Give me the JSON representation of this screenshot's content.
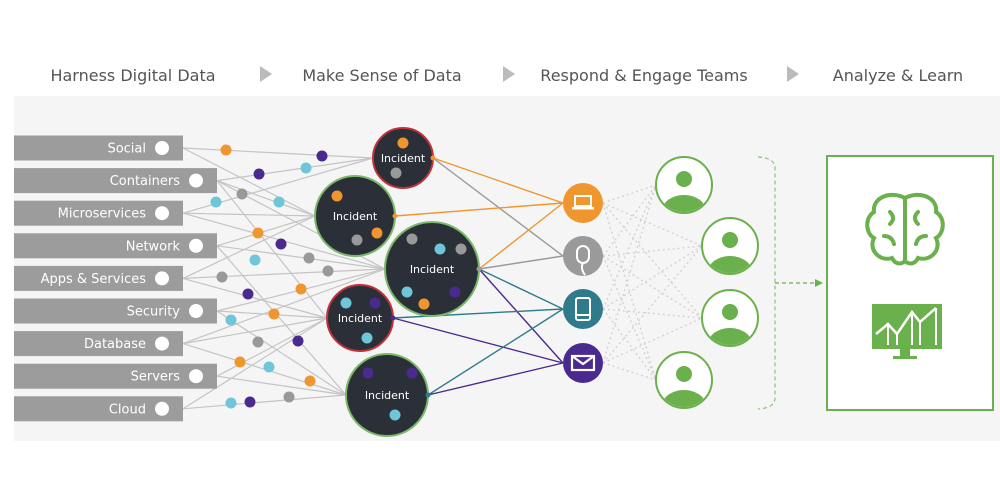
{
  "header": {
    "steps": [
      "Harness Digital Data",
      "Make Sense of Data",
      "Respond & Engage Teams",
      "Analyze & Learn"
    ]
  },
  "sources": [
    {
      "label": "Social",
      "icon": "twitter-icon"
    },
    {
      "label": "Containers",
      "icon": "cube-icon"
    },
    {
      "label": "Microservices",
      "icon": "microservices-icon"
    },
    {
      "label": "Network",
      "icon": "globe-icon"
    },
    {
      "label": "Apps & Services",
      "icon": "gear-icon"
    },
    {
      "label": "Security",
      "icon": "lock-icon"
    },
    {
      "label": "Database",
      "icon": "database-icon"
    },
    {
      "label": "Servers",
      "icon": "server-icon"
    },
    {
      "label": "Cloud",
      "icon": "cloud-icon"
    }
  ],
  "incidents": [
    {
      "label": "Incident",
      "status": "critical"
    },
    {
      "label": "Incident",
      "status": "ok"
    },
    {
      "label": "Incident",
      "status": "ok"
    },
    {
      "label": "Incident",
      "status": "critical"
    },
    {
      "label": "Incident",
      "status": "ok"
    }
  ],
  "channels": [
    {
      "name": "laptop",
      "color": "#f0962e"
    },
    {
      "name": "mouse",
      "color": "#9a9a9a"
    },
    {
      "name": "tablet",
      "color": "#2f7b8c"
    },
    {
      "name": "email",
      "color": "#4b2a90"
    }
  ],
  "connections": [
    [
      0,
      0
    ],
    [
      0,
      1
    ],
    [
      1,
      0
    ],
    [
      1,
      1
    ],
    [
      1,
      3
    ],
    [
      1,
      2
    ],
    [
      2,
      0
    ],
    [
      2,
      1
    ],
    [
      2,
      2
    ],
    [
      3,
      1
    ],
    [
      3,
      2
    ],
    [
      3,
      4
    ],
    [
      4,
      1
    ],
    [
      4,
      2
    ],
    [
      4,
      3
    ],
    [
      5,
      2
    ],
    [
      5,
      3
    ],
    [
      5,
      4
    ],
    [
      6,
      3
    ],
    [
      6,
      4
    ],
    [
      6,
      2
    ],
    [
      7,
      3
    ],
    [
      7,
      4
    ],
    [
      8,
      4
    ],
    [
      8,
      3
    ]
  ],
  "colors": {
    "accent": "#6ab04c",
    "critical": "#c0313a",
    "incident_fill": "#2b3038",
    "source_box": "#9c9c9c"
  }
}
